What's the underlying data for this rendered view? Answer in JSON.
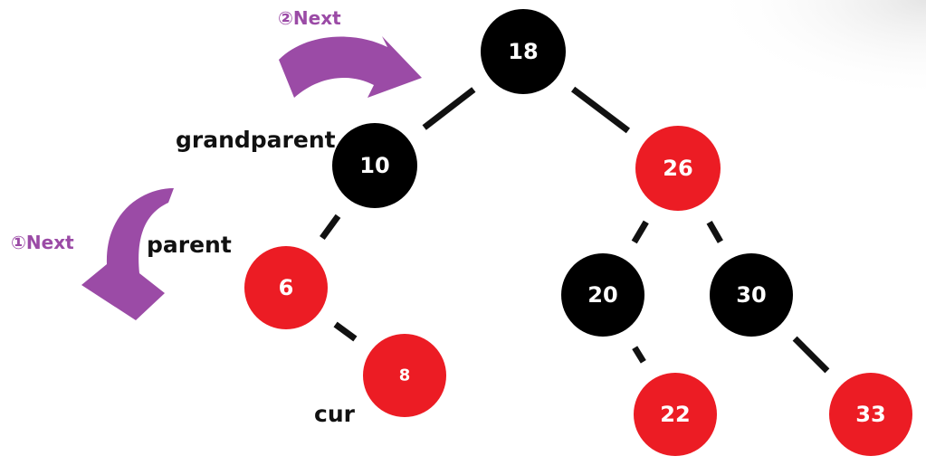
{
  "colors": {
    "black_node": "#000000",
    "red_node": "#ec1c24",
    "node_text": "#ffffff",
    "edge": "#111111",
    "arrow": "#9b4ba6",
    "label_text": "#111111"
  },
  "tree": {
    "nodes": [
      {
        "id": "n18",
        "label": "18",
        "color": "black"
      },
      {
        "id": "n10",
        "label": "10",
        "color": "black"
      },
      {
        "id": "n26",
        "label": "26",
        "color": "red"
      },
      {
        "id": "n6",
        "label": "6",
        "color": "red"
      },
      {
        "id": "n8",
        "label": "8",
        "color": "red"
      },
      {
        "id": "n20",
        "label": "20",
        "color": "black"
      },
      {
        "id": "n30",
        "label": "30",
        "color": "black"
      },
      {
        "id": "n22",
        "label": "22",
        "color": "red"
      },
      {
        "id": "n33",
        "label": "33",
        "color": "red"
      }
    ],
    "edges": [
      {
        "from": "n18",
        "to": "n10"
      },
      {
        "from": "n18",
        "to": "n26"
      },
      {
        "from": "n10",
        "to": "n6"
      },
      {
        "from": "n6",
        "to": "n8"
      },
      {
        "from": "n26",
        "to": "n20"
      },
      {
        "from": "n26",
        "to": "n30"
      },
      {
        "from": "n20",
        "to": "n22"
      },
      {
        "from": "n30",
        "to": "n33"
      }
    ]
  },
  "annotations": {
    "grandparent": "grandparent",
    "parent": "parent",
    "cur": "cur"
  },
  "steps": {
    "step1": "①Next",
    "step2": "②Next"
  }
}
